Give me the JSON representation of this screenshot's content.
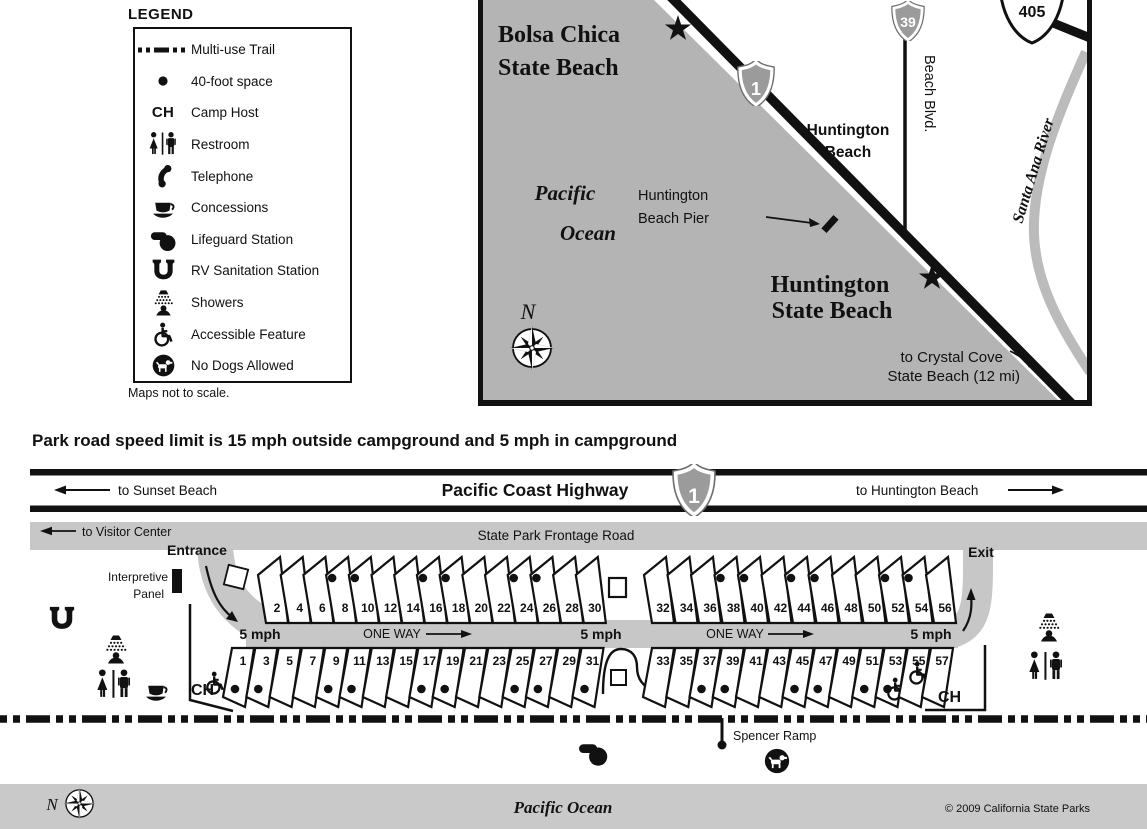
{
  "legend": {
    "title": "LEGEND",
    "note": "Maps not to scale.",
    "items": [
      {
        "icon": "multi-use-trail-icon",
        "label": "Multi-use Trail"
      },
      {
        "icon": "forty-foot-space-icon",
        "label": "40-foot space"
      },
      {
        "icon": "camp-host-icon",
        "symbol": "CH",
        "label": "Camp Host"
      },
      {
        "icon": "restroom-icon",
        "label": "Restroom"
      },
      {
        "icon": "telephone-icon",
        "label": "Telephone"
      },
      {
        "icon": "concessions-icon",
        "label": "Concessions"
      },
      {
        "icon": "lifeguard-station-icon",
        "label": "Lifeguard Station"
      },
      {
        "icon": "rv-sanitation-icon",
        "label": "RV Sanitation Station"
      },
      {
        "icon": "showers-icon",
        "label": "Showers"
      },
      {
        "icon": "accessible-icon",
        "label": "Accessible Feature"
      },
      {
        "icon": "no-dogs-icon",
        "label": "No Dogs Allowed"
      }
    ]
  },
  "region": {
    "labels": {
      "bolsa": {
        "line1": "Bolsa Chica",
        "line2": "State Beach"
      },
      "huntington_city": {
        "line1": "Huntington",
        "line2": "Beach"
      },
      "pier": {
        "line1": "Huntington",
        "line2": "Beach Pier"
      },
      "huntington_sb": {
        "line1": "Huntington",
        "line2": "State Beach"
      },
      "ocean": {
        "line1": "Pacific",
        "line2": "Ocean"
      },
      "beach_blvd": "Beach Blvd.",
      "river": "Santa Ana River",
      "crystal": {
        "line1": "to Crystal Cove",
        "line2": "State Beach (12 mi)"
      }
    },
    "routes": {
      "hwy1": "1",
      "route39": "39",
      "interstate405": "405"
    },
    "compass_n": "N"
  },
  "speed_note": "Park road speed limit is 15 mph outside campground and 5 mph in campground",
  "campground": {
    "pch": {
      "left": "to Sunset Beach",
      "center": "Pacific Coast Highway",
      "shield": "1",
      "right": "to Huntington Beach"
    },
    "frontage": {
      "left": "to Visitor Center",
      "center": "State Park Frontage Road"
    },
    "entrance": "Entrance",
    "exit": "Exit",
    "panel": {
      "line1": "Interpretive",
      "line2": "Panel"
    },
    "camp_host": "CH",
    "road_labels": [
      "5 mph",
      "ONE WAY",
      "5 mph",
      "ONE WAY",
      "5 mph"
    ],
    "top_row": {
      "numbers": [
        2,
        4,
        6,
        8,
        10,
        12,
        14,
        16,
        18,
        20,
        22,
        24,
        26,
        28,
        30,
        32,
        34,
        36,
        38,
        40,
        42,
        44,
        46,
        48,
        50,
        52,
        54,
        56
      ],
      "dots": [
        8,
        10,
        16,
        18,
        24,
        26,
        38,
        40,
        44,
        46,
        52,
        54
      ]
    },
    "bottom_row": {
      "numbers": [
        1,
        3,
        5,
        7,
        9,
        11,
        13,
        15,
        17,
        19,
        21,
        23,
        25,
        27,
        29,
        31,
        33,
        35,
        37,
        39,
        41,
        43,
        45,
        47,
        49,
        51,
        53,
        55,
        57
      ],
      "dots": [
        1,
        3,
        9,
        11,
        17,
        19,
        25,
        27,
        31,
        37,
        39,
        45,
        47,
        51,
        53
      ],
      "accessible_sites": [
        1,
        53,
        55
      ]
    },
    "spencer_ramp": "Spencer Ramp",
    "ocean_label": "Pacific Ocean",
    "copyright": "© 2009 California State Parks",
    "compass_n": "N"
  }
}
